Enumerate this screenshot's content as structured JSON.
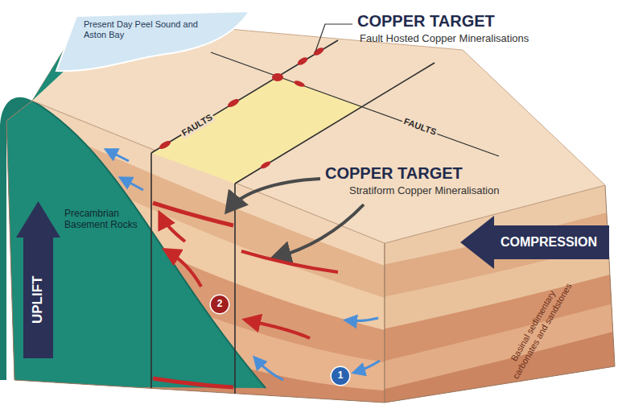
{
  "diagram": {
    "nodes": [
      {
        "text": [
          "UPLIFT"
        ]
      },
      {
        "text": [
          "COMPRESSION"
        ]
      },
      {
        "text": [
          "2"
        ]
      },
      {
        "text": [
          "1"
        ]
      }
    ],
    "labels": [
      "COPPER TARGET",
      "Fault Hosted Copper Mineralisations",
      "COPPER TARGET",
      "Stratiform Copper Mineralisation",
      "FAULTS",
      "FAULTS",
      "Present Day Peel Sound and Aston Bay",
      "Precambrian Basement Rocks",
      "Basinal sedimentary carbonates and sandstones"
    ]
  }
}
